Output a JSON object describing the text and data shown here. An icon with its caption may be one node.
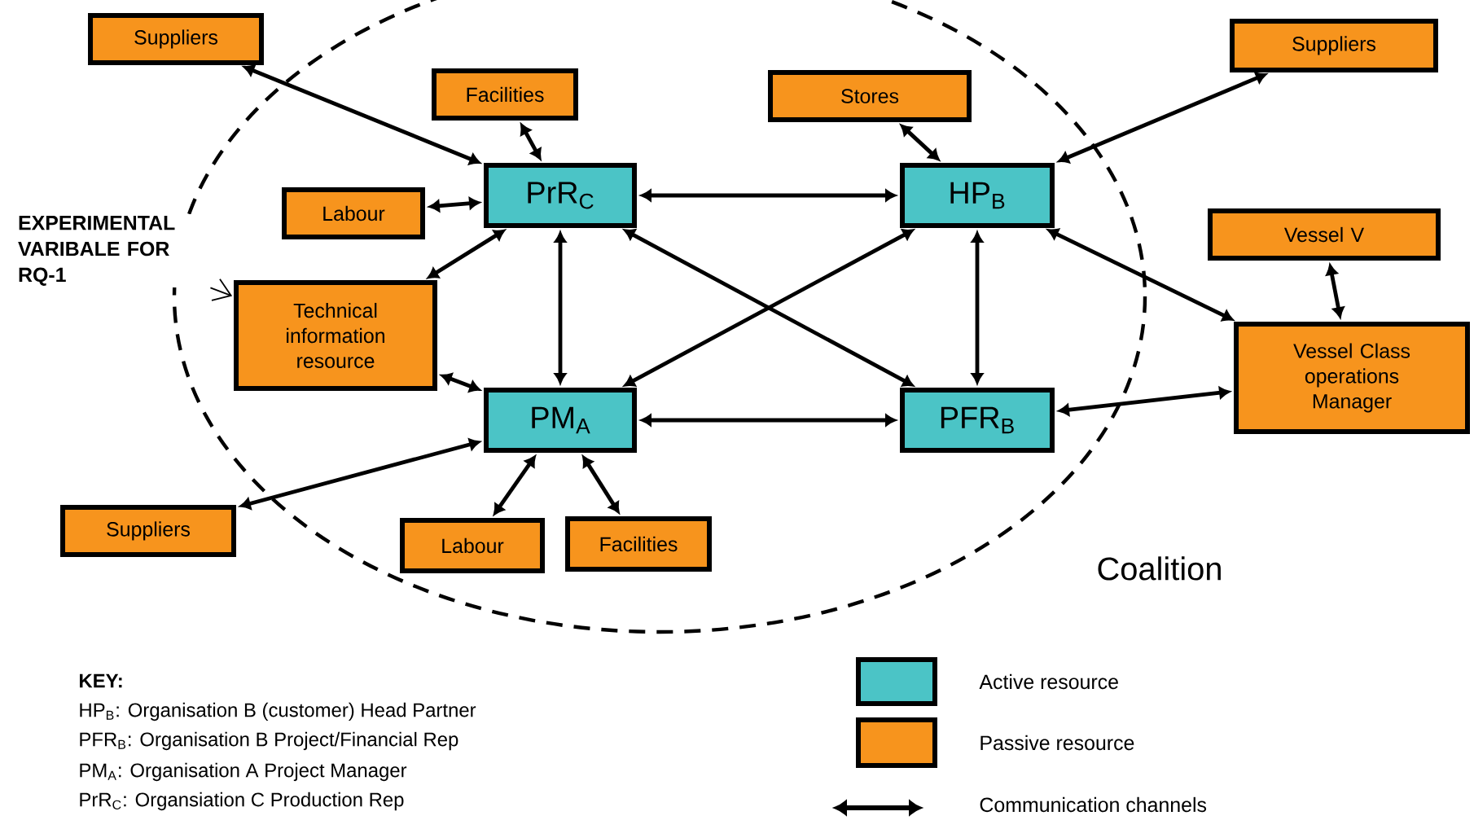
{
  "diagram": {
    "nodes": [
      {
        "text": [
          "Suppliers"
        ]
      },
      {
        "text": [
          "Facilities"
        ]
      },
      {
        "text": [
          "Stores"
        ]
      },
      {
        "text": [
          "Suppliers"
        ]
      },
      {
        "text": [
          "PrR$_{C}$"
        ]
      },
      {
        "text": [
          "HP$_{B}$"
        ]
      },
      {
        "text": [
          "Labour"
        ]
      },
      {
        "text": [
          "Vessel V"
        ]
      },
      {
        "text": [
          "Technical information resource"
        ]
      },
      {
        "text": [
          "Vessel Class operations Manager"
        ]
      },
      {
        "text": [
          "PM$_{A}$"
        ]
      },
      {
        "text": [
          "PFR$_{B}$"
        ]
      },
      {
        "text": [
          "Suppliers"
        ]
      },
      {
        "text": [
          "Labour"
        ]
      },
      {
        "text": [
          "Facilities"
        ]
      },
      {
        "text": [
          "EXPERIMENTAL VARIBALE FOR RQ-1"
        ]
      }
    ],
    "edges": [
      {
        "from": 4,
        "to": 0,
        "arrow": "both"
      },
      {
        "from": 4,
        "to": 1,
        "arrow": "both"
      },
      {
        "from": 4,
        "to": 6,
        "arrow": "both"
      },
      {
        "from": 4,
        "to": 5,
        "arrow": "both"
      },
      {
        "from": 4,
        "to": 8,
        "arrow": "both"
      },
      {
        "from": 4,
        "to": 10,
        "arrow": "both"
      },
      {
        "from": 4,
        "to": 11,
        "arrow": "both"
      },
      {
        "from": 5,
        "to": 2,
        "arrow": "both"
      },
      {
        "from": 5,
        "to": 3,
        "arrow": "both"
      },
      {
        "from": 5,
        "to": 10,
        "arrow": "both"
      },
      {
        "from": 5,
        "to": 11,
        "arrow": "both"
      },
      {
        "from": 5,
        "to": 9,
        "arrow": "both"
      },
      {
        "from": 7,
        "to": 9,
        "arrow": "both"
      },
      {
        "from": 11,
        "to": 9,
        "arrow": "both"
      },
      {
        "from": 10,
        "to": 8,
        "arrow": "both"
      },
      {
        "from": 10,
        "to": 11,
        "arrow": "both"
      },
      {
        "from": 10,
        "to": 12,
        "arrow": "both"
      },
      {
        "from": 10,
        "to": 13,
        "arrow": "both"
      },
      {
        "from": 10,
        "to": 14,
        "arrow": "both"
      },
      {
        "from": 15,
        "to": 8,
        "arrow": "to"
      }
    ],
    "labels": [
      "Coalition",
      "KEY:",
      "HP$_{B}$: Organisation B (customer) Head Partner",
      "PFR$_{B}$: Organisation B Project/Financial Rep",
      "PM$_{A}$: Organisation A Project Manager",
      "PrR$_{C}$: Organsiation C Production Rep"
    ],
    "legend": [
      {
        "text": "Active resource",
        "color": "#4bc4c6"
      },
      {
        "text": "Passive resource",
        "color": "#f7941d"
      },
      {
        "text": "Communication channels"
      }
    ]
  }
}
